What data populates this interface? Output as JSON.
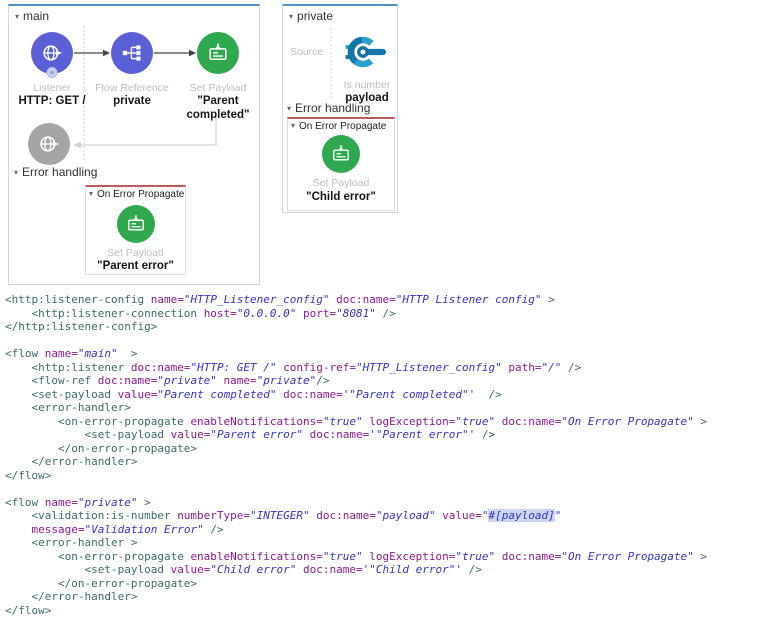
{
  "colors": {
    "flow_accent_blue": "#4e93c7",
    "error_accent_red": "#bf5a58",
    "listener_purple": "#5b5fd6",
    "payload_green": "#2fa84f",
    "disabled_gray": "#a5a5a5",
    "code_tag": "#3e6b6b",
    "code_attr": "#8f1a8f",
    "code_value": "#3333cc",
    "code_highlight_bg": "#ccd6f0"
  },
  "icons": {
    "collapse_caret": "▾"
  },
  "main_flow": {
    "title": "main",
    "listener": {
      "label": "Listener",
      "sublabel": "HTTP: GET /"
    },
    "flow_reference": {
      "label": "Flow Reference",
      "sublabel": "private"
    },
    "set_payload": {
      "label": "Set Payload",
      "sublabel": "\"Parent completed\""
    },
    "error_handling_label": "Error handling",
    "on_error_propagate": {
      "title": "On Error Propagate",
      "set_payload": {
        "label": "Set Payload",
        "sublabel": "\"Parent error\""
      }
    }
  },
  "private_flow": {
    "title": "private",
    "source_label": "Source",
    "is_number": {
      "label": "Is number",
      "sublabel": "payload"
    },
    "error_handling_label": "Error handling",
    "on_error_propagate": {
      "title": "On Error Propagate",
      "set_payload": {
        "label": "Set Payload",
        "sublabel": "\"Child error\""
      }
    }
  },
  "code": {
    "lines": [
      [
        [
          "t",
          "<http:listener-config "
        ],
        [
          "a",
          "name="
        ],
        [
          "v",
          "\"HTTP_Listener_config\""
        ],
        [
          "a",
          " doc:name="
        ],
        [
          "v",
          "\"HTTP Listener config\""
        ],
        [
          "t",
          " >"
        ]
      ],
      [
        [
          "t",
          "    <http:listener-connection "
        ],
        [
          "a",
          "host="
        ],
        [
          "v",
          "\"0.0.0.0\""
        ],
        [
          "a",
          " port="
        ],
        [
          "v",
          "\"8081\""
        ],
        [
          "t",
          " />"
        ]
      ],
      [
        [
          "t",
          "</http:listener-config>"
        ]
      ],
      [],
      [
        [
          "t",
          "<flow "
        ],
        [
          "a",
          "name="
        ],
        [
          "v",
          "\"main\""
        ],
        [
          "t",
          "  >"
        ]
      ],
      [
        [
          "t",
          "    <http:listener "
        ],
        [
          "a",
          "doc:name="
        ],
        [
          "v",
          "\"HTTP: GET /\""
        ],
        [
          "a",
          " config-ref="
        ],
        [
          "v",
          "\"HTTP_Listener_config\""
        ],
        [
          "a",
          " path="
        ],
        [
          "v",
          "\"/\""
        ],
        [
          "t",
          " />"
        ]
      ],
      [
        [
          "t",
          "    <flow-ref "
        ],
        [
          "a",
          "doc:name="
        ],
        [
          "v",
          "\"private\""
        ],
        [
          "a",
          " name="
        ],
        [
          "v",
          "\"private\""
        ],
        [
          "t",
          "/>"
        ]
      ],
      [
        [
          "t",
          "    <set-payload "
        ],
        [
          "a",
          "value="
        ],
        [
          "v",
          "\"Parent completed\""
        ],
        [
          "a",
          " doc:name="
        ],
        [
          "v",
          "'\"Parent completed\"'"
        ],
        [
          "t",
          "  />"
        ]
      ],
      [
        [
          "t",
          "    <error-handler>"
        ]
      ],
      [
        [
          "t",
          "        <on-error-propagate "
        ],
        [
          "a",
          "enableNotifications="
        ],
        [
          "v",
          "\"true\""
        ],
        [
          "a",
          " logException="
        ],
        [
          "v",
          "\"true\""
        ],
        [
          "a",
          " doc:name="
        ],
        [
          "v",
          "\"On Error Propagate\""
        ],
        [
          "t",
          " >"
        ]
      ],
      [
        [
          "t",
          "            <set-payload "
        ],
        [
          "a",
          "value="
        ],
        [
          "v",
          "\"Parent error\""
        ],
        [
          "a",
          " doc:name="
        ],
        [
          "v",
          "'\"Parent error\"'"
        ],
        [
          "t",
          " />"
        ]
      ],
      [
        [
          "t",
          "        </on-error-propagate>"
        ]
      ],
      [
        [
          "t",
          "    </error-handler>"
        ]
      ],
      [
        [
          "t",
          "</flow>"
        ]
      ],
      [],
      [
        [
          "t",
          "<flow "
        ],
        [
          "a",
          "name="
        ],
        [
          "v",
          "\"private\""
        ],
        [
          "t",
          " >"
        ]
      ],
      [
        [
          "t",
          "    <validation:is-number "
        ],
        [
          "a",
          "numberType="
        ],
        [
          "v",
          "\"INTEGER\""
        ],
        [
          "a",
          " doc:name="
        ],
        [
          "v",
          "\"payload\""
        ],
        [
          "a",
          " value="
        ],
        [
          "v",
          "\""
        ],
        [
          "h",
          "#[payload]"
        ],
        [
          "v",
          "\""
        ]
      ],
      [
        [
          "a",
          "    message="
        ],
        [
          "v",
          "\"Validation Error\""
        ],
        [
          "t",
          " />"
        ]
      ],
      [
        [
          "t",
          "    <error-handler >"
        ]
      ],
      [
        [
          "t",
          "        <on-error-propagate "
        ],
        [
          "a",
          "enableNotifications="
        ],
        [
          "v",
          "\"true\""
        ],
        [
          "a",
          " logException="
        ],
        [
          "v",
          "\"true\""
        ],
        [
          "a",
          " doc:name="
        ],
        [
          "v",
          "\"On Error Propagate\""
        ],
        [
          "t",
          " >"
        ]
      ],
      [
        [
          "t",
          "            <set-payload "
        ],
        [
          "a",
          "value="
        ],
        [
          "v",
          "\"Child error\""
        ],
        [
          "a",
          " doc:name="
        ],
        [
          "v",
          "'\"Child error\"'"
        ],
        [
          "t",
          " />"
        ]
      ],
      [
        [
          "t",
          "        </on-error-propagate>"
        ]
      ],
      [
        [
          "t",
          "    </error-handler>"
        ]
      ],
      [
        [
          "t",
          "</flow>"
        ]
      ]
    ]
  }
}
